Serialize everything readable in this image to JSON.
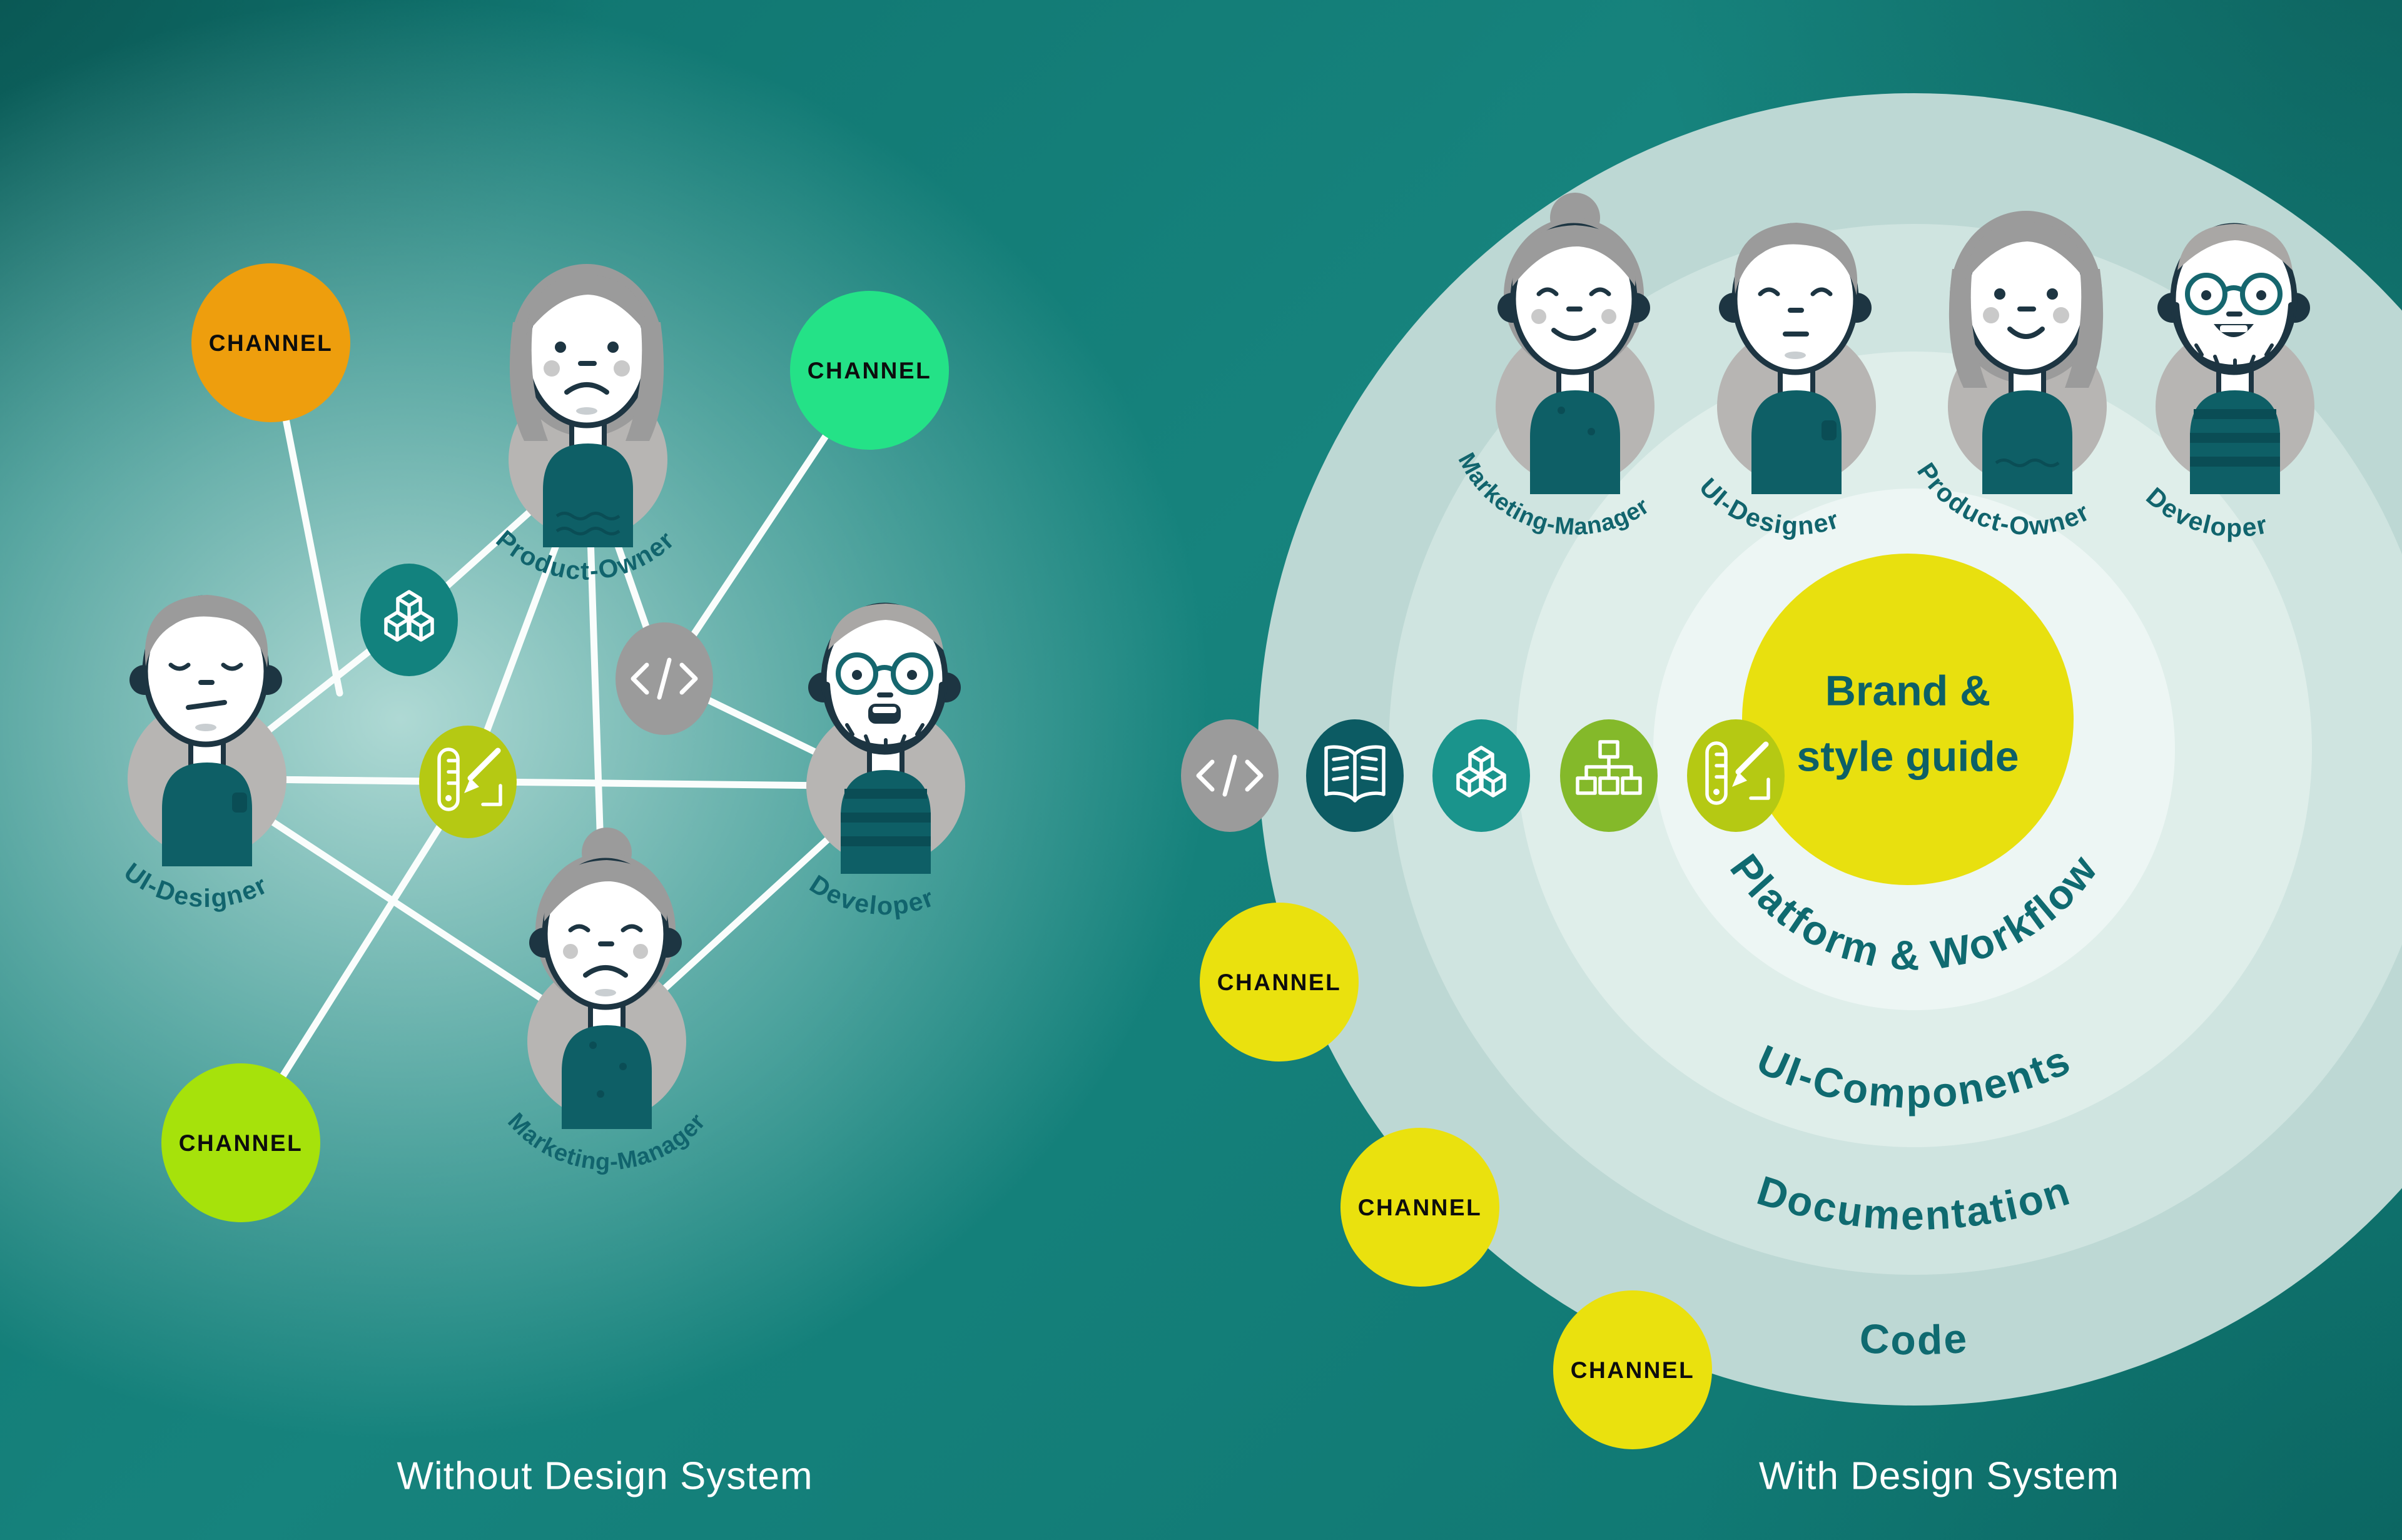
{
  "left_panel": {
    "caption": "Without Design System",
    "channels": [
      {
        "label": "CHANNEL",
        "color": "#ee9e0d"
      },
      {
        "label": "CHANNEL",
        "color": "#24e287"
      },
      {
        "label": "CHANNEL",
        "color": "#a6e20b"
      }
    ],
    "people": [
      {
        "role": "Product-Owner"
      },
      {
        "role": "UI-Designer"
      },
      {
        "role": "Developer"
      },
      {
        "role": "Marketing-Manager"
      }
    ],
    "icons": [
      {
        "name": "ui-components-cubes",
        "color": "#12827e"
      },
      {
        "name": "code",
        "color": "#9b9b9b"
      },
      {
        "name": "style-guide",
        "color": "#b5c913"
      }
    ]
  },
  "right_panel": {
    "caption": "With Design System",
    "center": {
      "line1": "Brand &",
      "line2": "style guide",
      "color": "#e8e00f"
    },
    "rings": [
      {
        "label": "Platform & Workflow",
        "color": "#edf6f4"
      },
      {
        "label": "UI-Components",
        "color": "#dfeeea"
      },
      {
        "label": "Documentation",
        "color": "#cfe4e0"
      },
      {
        "label": "Code",
        "color": "#bdd8d4"
      }
    ],
    "people": [
      {
        "role": "Marketing-Manager"
      },
      {
        "role": "UI-Designer"
      },
      {
        "role": "Product-Owner"
      },
      {
        "role": "Developer"
      }
    ],
    "channels": [
      {
        "label": "CHANNEL",
        "color": "#eae10e"
      },
      {
        "label": "CHANNEL",
        "color": "#eae10e"
      },
      {
        "label": "CHANNEL",
        "color": "#eae10e"
      }
    ],
    "icons": [
      {
        "name": "code",
        "color": "#9b9b9b"
      },
      {
        "name": "documentation-book",
        "color": "#0c5b63"
      },
      {
        "name": "ui-components-cubes",
        "color": "#1a948c"
      },
      {
        "name": "platform-workflow-sitemap",
        "color": "#84b92a"
      },
      {
        "name": "style-guide",
        "color": "#b5c913"
      }
    ]
  }
}
